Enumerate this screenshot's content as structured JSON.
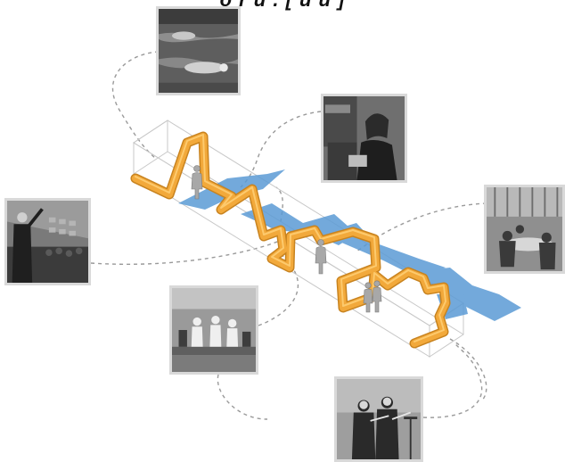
{
  "title_fragment": "o r u . [ u u ]",
  "colors": {
    "path": "#f2a93b",
    "path_edge": "#c8831f",
    "shadow": "#5b9bd5",
    "connector": "#9a9a9a",
    "frame": "#d9d9d9"
  },
  "photos": [
    {
      "subject": "swimmer"
    },
    {
      "subject": "barista"
    },
    {
      "subject": "conductor"
    },
    {
      "subject": "cafeteria"
    },
    {
      "subject": "laboratory"
    },
    {
      "subject": "string-quartet"
    }
  ],
  "figures": [
    {
      "kind": "single"
    },
    {
      "kind": "single"
    },
    {
      "kind": "pair"
    }
  ]
}
